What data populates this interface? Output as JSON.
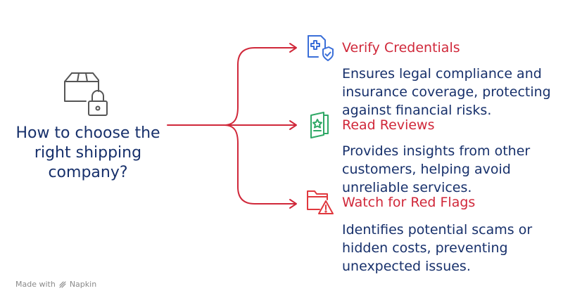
{
  "title": "How to choose the right shipping company?",
  "branches": [
    {
      "title": "Verify Credentials",
      "description": "Ensures legal compliance and\ninsurance coverage, protecting\nagainst financial risks.",
      "icon": "medical-document-shield-icon",
      "color": "#3b6fd8"
    },
    {
      "title": "Read Reviews",
      "description": "Provides insights from other\ncustomers, helping avoid\nunreliable services.",
      "icon": "star-review-icon",
      "color": "#2fa866"
    },
    {
      "title": "Watch for Red Flags",
      "description": "Identifies potential scams or\nhidden costs, preventing\nunexpected issues.",
      "icon": "folder-warning-icon",
      "color": "#e0383e"
    }
  ],
  "footer": {
    "made_with": "Made with",
    "brand": "Napkin"
  },
  "colors": {
    "arrow": "#d0283a",
    "heading": "#17306b",
    "branch_title": "#d0283a"
  },
  "main_icon": "package-lock-icon"
}
